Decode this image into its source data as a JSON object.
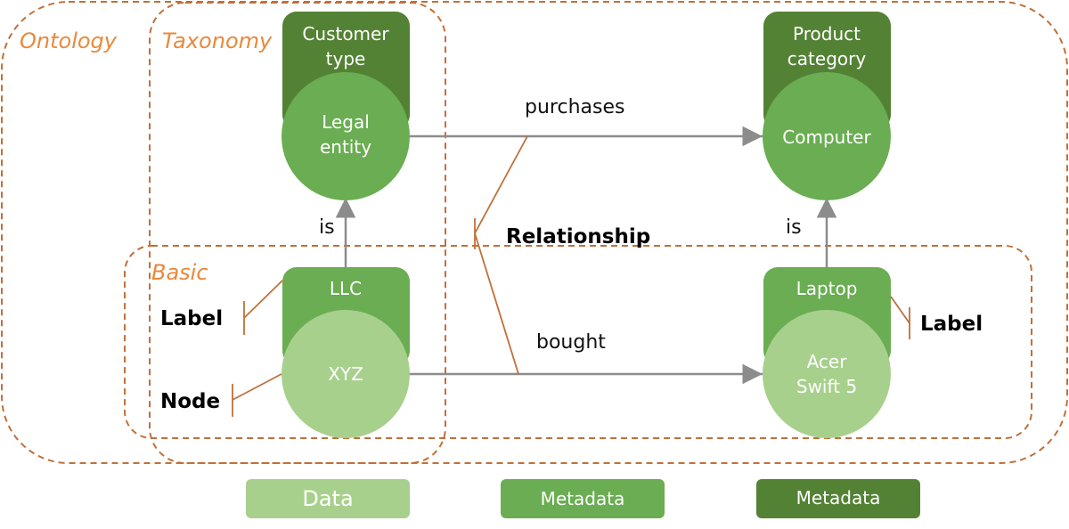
{
  "colors": {
    "data": "#a8d08d",
    "metadata_light": "#6aad52",
    "metadata_dark": "#548235",
    "border": "#c0703a",
    "region_text": "#e8893a",
    "edge": "#8c8c8c"
  },
  "regions": {
    "ontology": "Ontology",
    "taxonomy": "Taxonomy",
    "basic": "Basic"
  },
  "nodes": {
    "customer_type": {
      "label_line1": "Customer",
      "label_line2": "type"
    },
    "legal_entity": {
      "line1": "Legal",
      "line2": "entity"
    },
    "product_category": {
      "label_line1": "Product",
      "label_line2": "category"
    },
    "computer": {
      "line1": "Computer"
    },
    "llc": {
      "label": "LLC"
    },
    "xyz": {
      "line1": "XYZ"
    },
    "laptop": {
      "label": "Laptop"
    },
    "acer": {
      "line1": "Acer",
      "line2": "Swift 5"
    }
  },
  "edges": {
    "purchases": "purchases",
    "bought": "bought",
    "is_left": "is",
    "is_right": "is"
  },
  "callouts": {
    "relationship": "Relationship",
    "label_left": "Label",
    "node": "Node",
    "label_right": "Label"
  },
  "legend": {
    "data": "Data",
    "metadata_light": "Metadata",
    "metadata_dark": "Metadata"
  }
}
